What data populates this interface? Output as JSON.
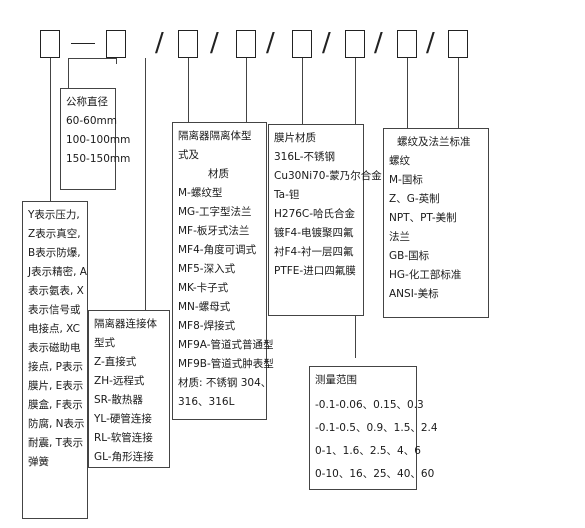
{
  "code_pattern": {
    "dash": "—",
    "slash": "/"
  },
  "panels": {
    "signal_type": {
      "lines": [
        "Y表示压力,",
        "Z表示真空,",
        "B表示防爆,",
        "J表示精密, A",
        "表示氨表, X",
        "表示信号或",
        "电接点, XC",
        "表示磁助电",
        "接点, P表示",
        "膜片, E表示",
        "膜盒, F表示",
        "防腐, N表示",
        "耐震, T表示",
        "弹簧"
      ]
    },
    "nominal_diameter": {
      "title": "公称直径",
      "lines": [
        "60-60mm",
        "100-100mm",
        "150-150mm"
      ]
    },
    "connector_type": {
      "title": "隔离器连接体型式",
      "lines": [
        "Z-直接式",
        "ZH-远程式",
        "SR-散热器",
        "YL-硬管连接",
        "RL-软管连接",
        "GL-角形连接"
      ]
    },
    "isolator_type": {
      "title_lines": [
        "隔离器隔离体型式及",
        "材质"
      ],
      "lines": [
        "M-螺纹型",
        "MG-工字型法兰",
        "MF-板牙式法兰",
        "MF4-角度可调式",
        "MF5-深入式",
        "MK-卡子式",
        "MN-螺母式",
        "MF8-焊接式",
        "MF9A-管道式普通型",
        "MF9B-管道式肿表型",
        "材质: 不锈钢 304、",
        "316、316L"
      ]
    },
    "membrane_material": {
      "title": "膜片材质",
      "lines": [
        "316L-不锈钢",
        "Cu30Ni70-蒙乃尔合金",
        "Ta-钽",
        "H276C-哈氏合金",
        "镀F4-电镀聚四氟",
        "衬F4-衬一层四氟",
        "PTFE-进口四氟膜"
      ]
    },
    "measuring_range": {
      "title": "测量范围",
      "lines": [
        "-0.1-0.06、0.15、0.3",
        "-0.1-0.5、0.9、1.5、2.4",
        "0-1、1.6、2.5、4、6",
        "0-10、16、25、40、60"
      ]
    },
    "thread_flange": {
      "title": "螺纹及法兰标准",
      "lines": [
        "螺纹",
        "M-国标",
        "Z、G-英制",
        "NPT、PT-美制",
        "法兰",
        "GB-国标",
        "HG-化工部标准",
        "ANSI-美标"
      ]
    }
  }
}
